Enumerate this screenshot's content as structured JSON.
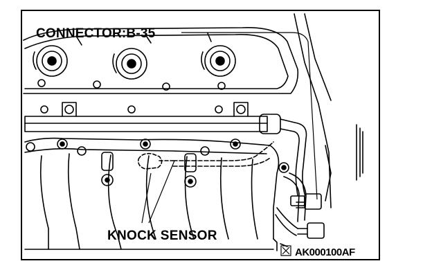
{
  "labels": {
    "connector": "CONNECTOR:B-35",
    "knock_sensor": "KNOCK SENSOR",
    "figure_code": "AK000100AF"
  }
}
